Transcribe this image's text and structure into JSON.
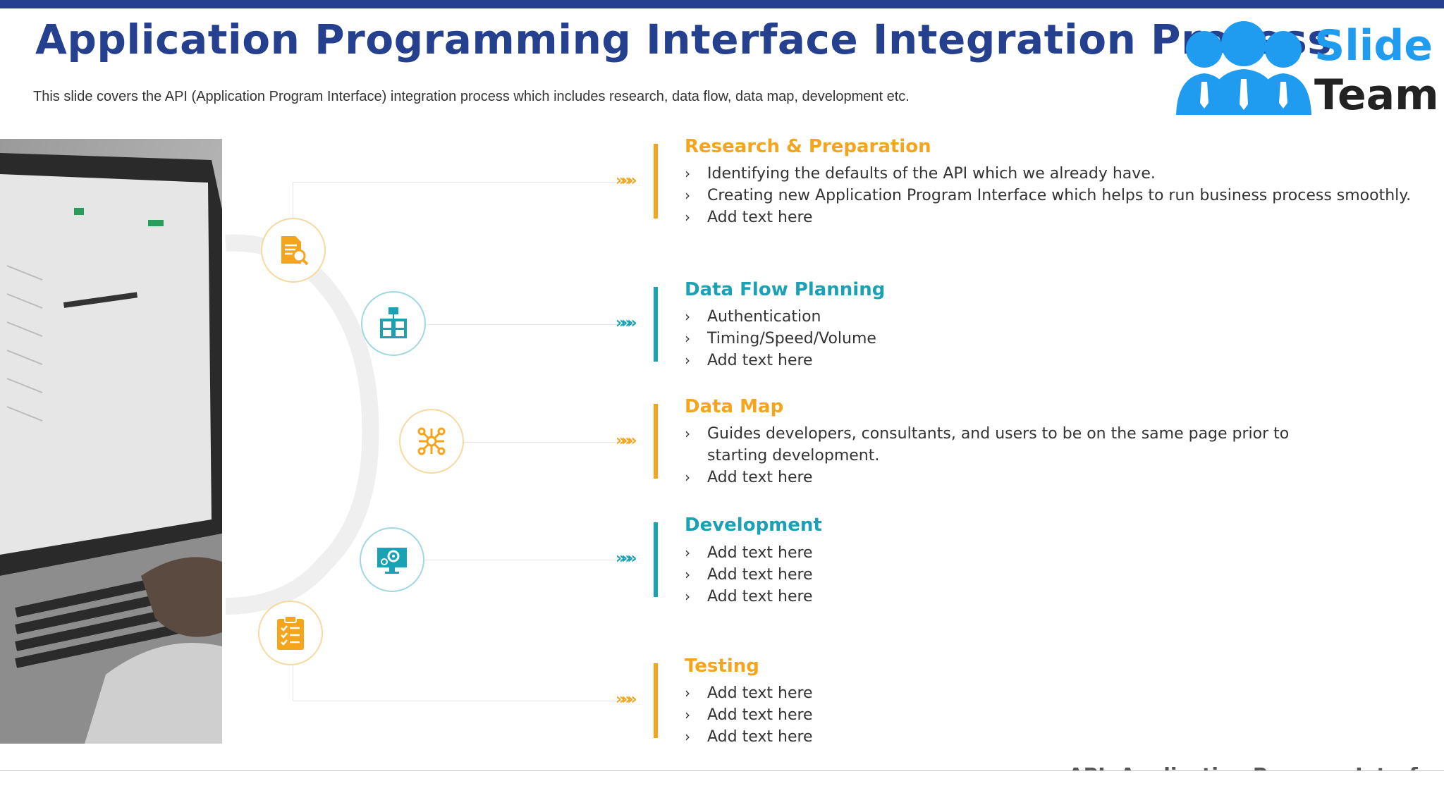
{
  "header": {
    "title": "Application Programming Interface Integration Process",
    "subtitle": "This slide covers the API (Application Program Interface) integration process which includes research, data flow, data map, development etc."
  },
  "logo": {
    "line1": "Slide",
    "line2": "Team"
  },
  "colors": {
    "navy": "#24408e",
    "orange": "#f5a51c",
    "teal": "#1aa1b5",
    "logo_blue": "#1f9bf0"
  },
  "arrow_glyph": "»»»",
  "steps": [
    {
      "title": "Research & Preparation",
      "color": "orange",
      "icon": "document-search-icon",
      "bullets": [
        "Identifying the defaults of the API which we already have.",
        "Creating new Application Program Interface which helps to run business process smoothly.",
        "Add text here"
      ]
    },
    {
      "title": "Data Flow Planning",
      "color": "teal",
      "icon": "server-network-icon",
      "bullets": [
        "Authentication",
        "Timing/Speed/Volume",
        "Add text here"
      ]
    },
    {
      "title": "Data Map",
      "color": "orange",
      "icon": "network-nodes-icon",
      "bullets": [
        "Guides developers, consultants, and users to be on the same page prior to starting development.",
        "Add text here"
      ]
    },
    {
      "title": "Development",
      "color": "teal",
      "icon": "monitor-gear-icon",
      "bullets": [
        "Add text here",
        "Add text here",
        "Add text here"
      ]
    },
    {
      "title": "Testing",
      "color": "orange",
      "icon": "clipboard-checklist-icon",
      "bullets": [
        "Add text here",
        "Add text here",
        "Add text here"
      ]
    }
  ],
  "footer": {
    "note": "API: Application Program Interface"
  }
}
